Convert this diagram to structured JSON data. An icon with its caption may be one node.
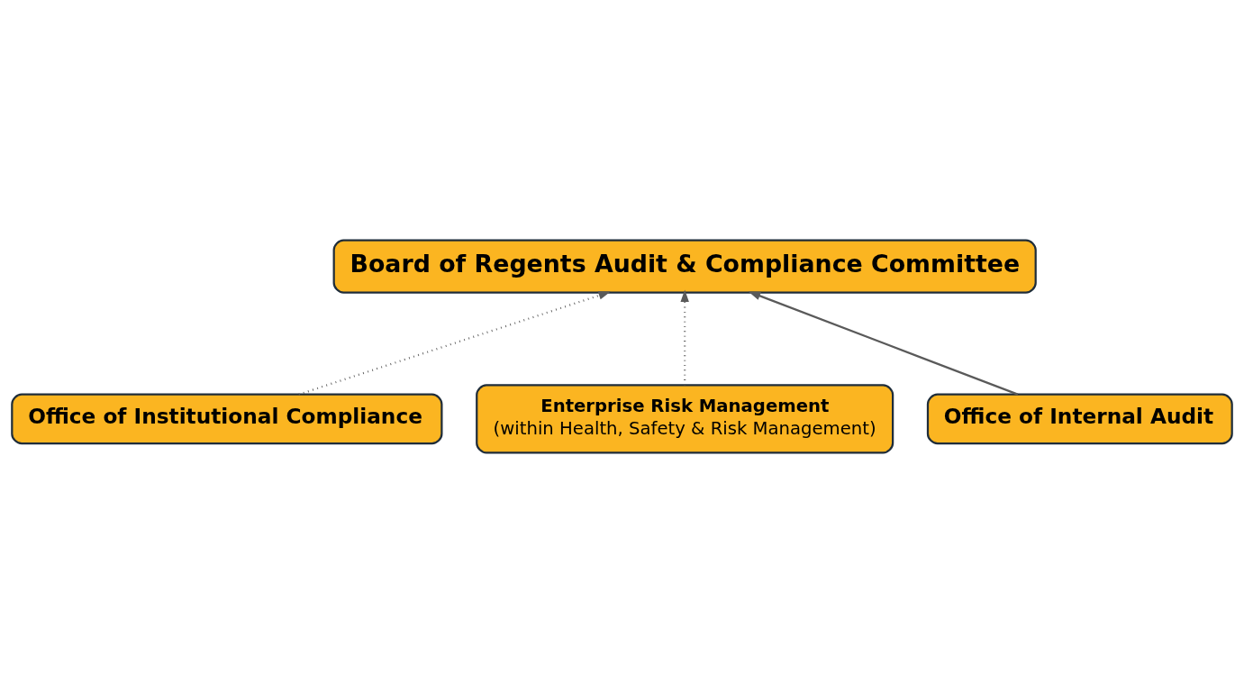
{
  "diagram": {
    "nodes": [
      {
        "text": [
          "Board of Regents Audit & Compliance Committee"
        ]
      },
      {
        "text": [
          "Office of Institutional Compliance"
        ]
      },
      {
        "text": [
          "Enterprise Risk Management",
          "(within Health, Safety & Risk Management)"
        ]
      },
      {
        "text": [
          "Office of Internal Audit"
        ]
      }
    ],
    "edges": [
      {
        "from": 1,
        "to": 0,
        "arrow": "to",
        "style": "dashed"
      },
      {
        "from": 2,
        "to": 0,
        "arrow": "to",
        "style": "dashed"
      },
      {
        "from": 3,
        "to": 0,
        "arrow": "to"
      }
    ]
  }
}
